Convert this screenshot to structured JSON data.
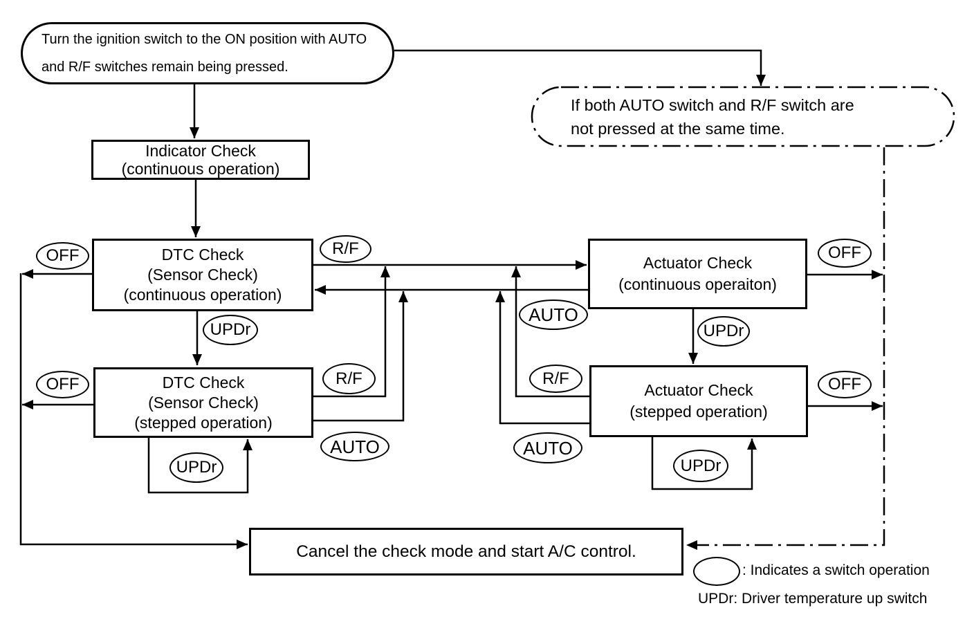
{
  "start_box": {
    "line1": "Turn the ignition switch to the ON position with AUTO",
    "line2": "and R/F switches remain being pressed."
  },
  "condition_box": {
    "line1": "If both AUTO switch and R/F switch are",
    "line2": "not pressed at the same time."
  },
  "nodes": {
    "indicator": {
      "line1": "Indicator Check",
      "line2": "(continuous operation)"
    },
    "dtc_continuous": {
      "line1": "DTC Check",
      "line2": "(Sensor Check)",
      "line3": "(continuous operation)"
    },
    "dtc_stepped": {
      "line1": "DTC Check",
      "line2": "(Sensor Check)",
      "line3": "(stepped operation)"
    },
    "actuator_continuous": {
      "line1": "Actuator Check",
      "line2": "(continuous operaiton)"
    },
    "actuator_stepped": {
      "line1": "Actuator Check",
      "line2": "(stepped operation)"
    },
    "cancel": {
      "line1": "Cancel the check mode and start A/C control."
    }
  },
  "switches": {
    "off": "OFF",
    "rf": "R/F",
    "auto": "AUTO",
    "updr": "UPDr"
  },
  "legend": {
    "oval_meaning": ": Indicates a switch operation",
    "updr_meaning": "UPDr: Driver temperature up switch"
  },
  "colors": {
    "ink": "#000000",
    "background": "#ffffff"
  }
}
